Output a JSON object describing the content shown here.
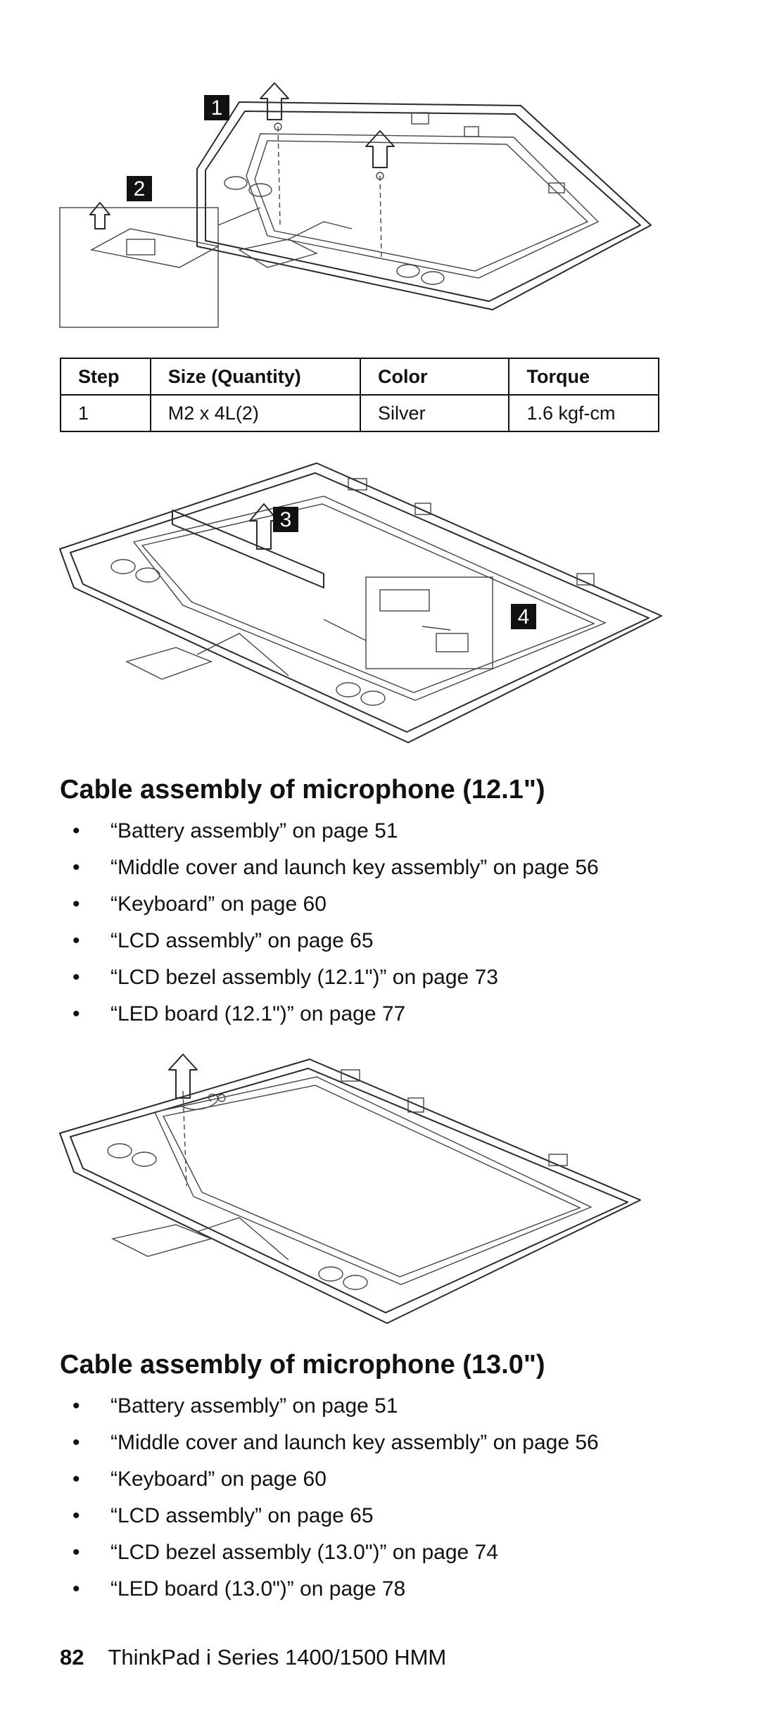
{
  "figures": [
    {
      "callouts": [
        "1",
        "2"
      ]
    },
    {
      "callouts": [
        "3",
        "4"
      ]
    },
    {
      "callouts": []
    }
  ],
  "screw_table": {
    "headers": [
      "Step",
      "Size (Quantity)",
      "Color",
      "Torque"
    ],
    "rows": [
      [
        "1",
        "M2 x 4L(2)",
        "Silver",
        "1.6 kgf-cm"
      ]
    ]
  },
  "sections": [
    {
      "title": "Cable assembly of microphone (12.1\")",
      "bullet": "•",
      "items": [
        "“Battery assembly” on page  51",
        "“Middle cover and launch key assembly” on page  56",
        "“Keyboard” on page  60",
        "“LCD assembly” on page  65",
        "“LCD bezel assembly (12.1\")” on page  73",
        "“LED board (12.1\")” on page  77"
      ]
    },
    {
      "title": "Cable assembly of microphone (13.0\")",
      "bullet": "•",
      "items": [
        "“Battery assembly” on page  51",
        "“Middle cover and launch key assembly” on page  56",
        "“Keyboard” on page  60",
        "“LCD assembly” on page  65",
        "“LCD bezel assembly (13.0\")” on page  74",
        "“LED board (13.0\")” on page  78"
      ]
    }
  ],
  "footer": {
    "page_number": "82",
    "book_title": "ThinkPad i Series 1400/1500 HMM"
  }
}
